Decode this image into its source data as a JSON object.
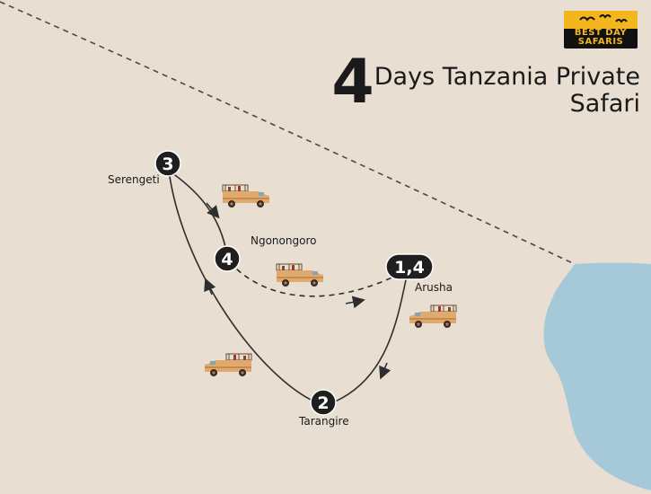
{
  "title": {
    "number": "4",
    "line1": "Days Tanzania Private",
    "line2": "Safari"
  },
  "logo": {
    "line1": "BEST DAY",
    "line2": "SAFARIS"
  },
  "stops": {
    "serengeti": {
      "badge": "3",
      "name": "Serengeti"
    },
    "ngorongoro": {
      "badge": "4",
      "name": "Ngonongoro"
    },
    "arusha": {
      "badge": "1,4",
      "name": "Arusha"
    },
    "tarangire": {
      "badge": "2",
      "name": "Tarangire"
    }
  },
  "colors": {
    "land": "#e8dfd2",
    "water": "#a6c9d9",
    "route": "#2e2e2e",
    "badge": "#1f1f1f",
    "vehicle": "#e0a96d",
    "logo_accent": "#f3b61f"
  },
  "icons": {
    "vehicle": "safari-vehicle-icon",
    "logo_birds": "flying-birds-icon"
  }
}
